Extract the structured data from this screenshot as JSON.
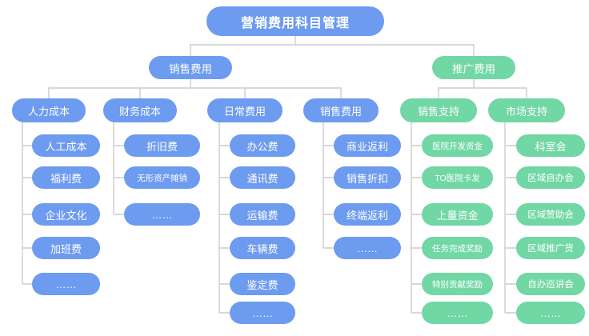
{
  "colors": {
    "blue": "#6D9BF0",
    "green": "#71D7A5",
    "line": "#CCCCCC",
    "text": "#FFFFFF",
    "background": "#FFFFFF"
  },
  "root": {
    "label": "营销费用科目管理"
  },
  "branches": [
    {
      "label": "销售费用",
      "groups": [
        {
          "label": "人力成本",
          "items": [
            "人工成本",
            "福利费",
            "企业文化",
            "加班费",
            "……"
          ]
        },
        {
          "label": "财务成本",
          "items": [
            "折旧费",
            "无形资产摊销",
            "……"
          ]
        },
        {
          "label": "日常费用",
          "items": [
            "办公费",
            "通讯费",
            "运输费",
            "车辆费",
            "鉴定费",
            "……"
          ]
        },
        {
          "label": "销售费用",
          "items": [
            "商业返利",
            "销售折扣",
            "终端返利",
            "……"
          ]
        }
      ]
    },
    {
      "label": "推广费用",
      "groups": [
        {
          "label": "销售支持",
          "items": [
            "医院开发资金",
            "TO医院卡发",
            "上量资金",
            "任务完成奖励",
            "特别贡献奖励",
            "……"
          ]
        },
        {
          "label": "市场支持",
          "items": [
            "科室会",
            "区域自办会",
            "区域赞助会",
            "区域推广货",
            "自办巡讲会",
            "……"
          ]
        }
      ]
    }
  ]
}
